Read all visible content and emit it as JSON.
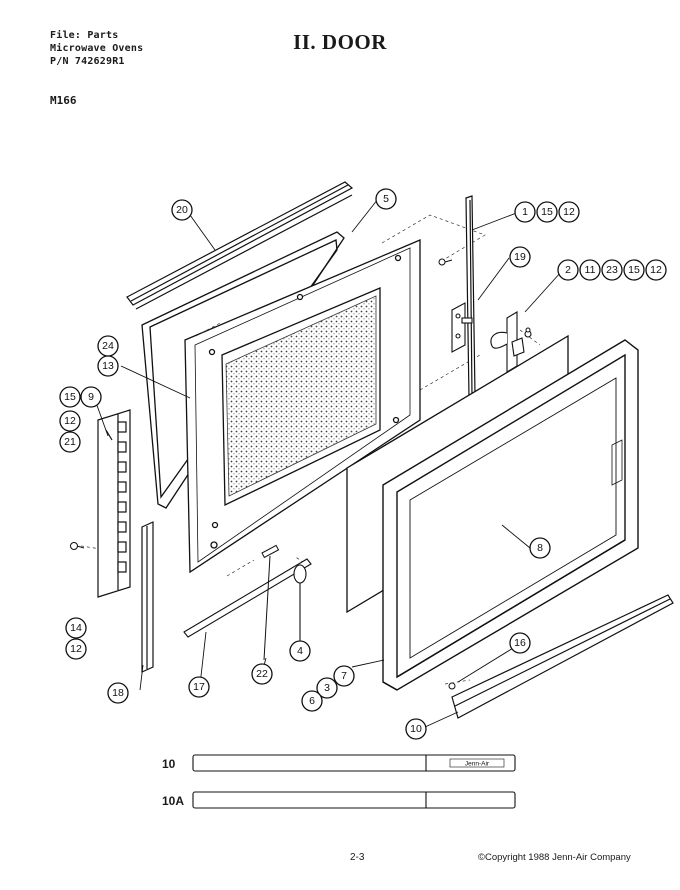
{
  "header": {
    "file_line": "File: Parts",
    "product_line": "Microwave Ovens",
    "pn_line": "P/N 742629R1",
    "title": "II. DOOR",
    "model": "M166"
  },
  "callouts": {
    "c20": "20",
    "c5": "5",
    "c1": "1",
    "c15a": "15",
    "c12a": "12",
    "c19": "19",
    "c2": "2",
    "c11": "11",
    "c23": "23",
    "c15b": "15",
    "c12b": "12",
    "c24": "24",
    "c13": "13",
    "c15c": "15",
    "c9": "9",
    "c12c": "12",
    "c21": "21",
    "c8": "8",
    "c14": "14",
    "c12d": "12",
    "c18": "18",
    "c17": "17",
    "c22": "22",
    "c4": "4",
    "c16": "16",
    "c7": "7",
    "c3": "3",
    "c6": "6",
    "c10": "10"
  },
  "trim": {
    "label_10": "10",
    "label_10a": "10A",
    "brand": "Jenn-Air"
  },
  "footer": {
    "page": "2-3",
    "copyright": "©Copyright 1988 Jenn-Air Company"
  }
}
